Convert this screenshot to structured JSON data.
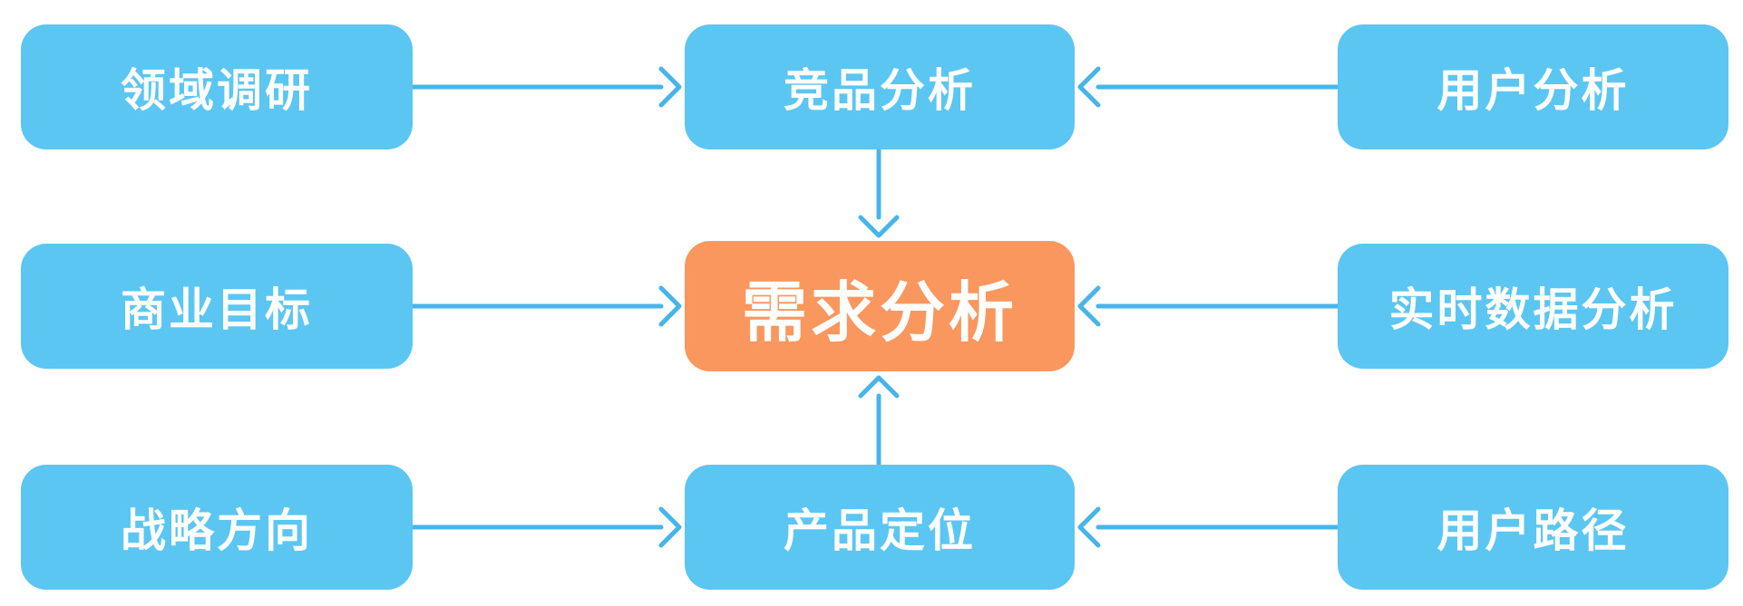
{
  "colors": {
    "node_blue": "#5bc6f2",
    "node_orange": "#f9975f",
    "connector": "#47b4ea",
    "node_text": "#ffffff",
    "background": "#ffffff"
  },
  "nodes": {
    "domain_research": "领域调研",
    "competitor_analysis": "竞品分析",
    "user_analysis": "用户分析",
    "business_goal": "商业目标",
    "requirement_analysis": "需求分析",
    "realtime_data_analysis": "实时数据分析",
    "strategy_direction": "战略方向",
    "product_positioning": "产品定位",
    "user_path": "用户路径"
  },
  "edges": [
    {
      "from": "领域调研",
      "to": "竞品分析"
    },
    {
      "from": "用户分析",
      "to": "竞品分析"
    },
    {
      "from": "竞品分析",
      "to": "需求分析"
    },
    {
      "from": "商业目标",
      "to": "需求分析"
    },
    {
      "from": "实时数据分析",
      "to": "需求分析"
    },
    {
      "from": "战略方向",
      "to": "产品定位"
    },
    {
      "from": "用户路径",
      "to": "产品定位"
    },
    {
      "from": "产品定位",
      "to": "需求分析"
    }
  ]
}
